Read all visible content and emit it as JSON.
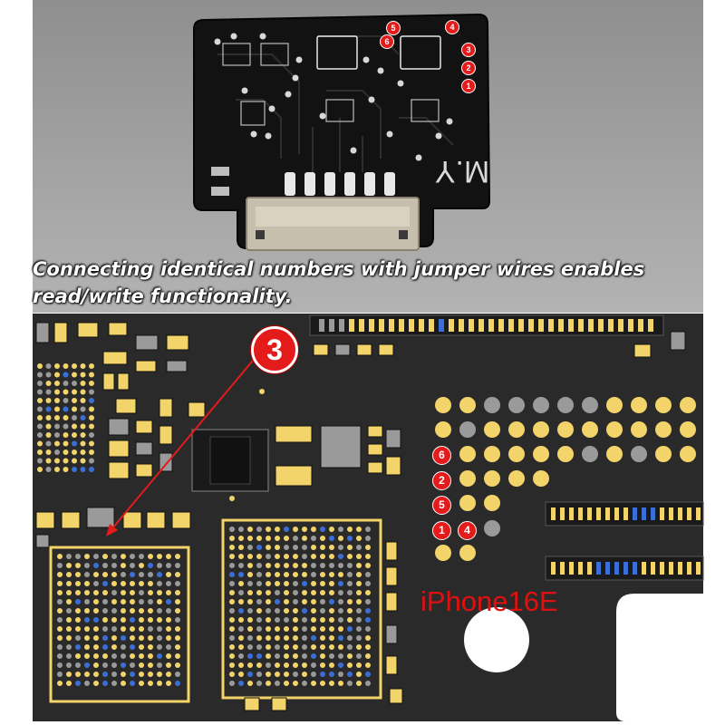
{
  "caption": "Connecting identical numbers with jumper wires enables read/write functionality.",
  "model_label": "iPhone16E",
  "markers": {
    "main": "3",
    "board_pads": [
      "6",
      "2",
      "5",
      "1",
      "4"
    ],
    "adapter_pads": [
      "5",
      "6",
      "4",
      "3",
      "2",
      "1"
    ]
  },
  "adapter_silkscreen": "M.Y",
  "colors": {
    "marker_red": "#e31b1b",
    "pad_gold": "#f3d46a",
    "pad_gray": "#9a9a9a",
    "pad_blue": "#3b6fd8",
    "board_dark": "#2a2a2a"
  }
}
